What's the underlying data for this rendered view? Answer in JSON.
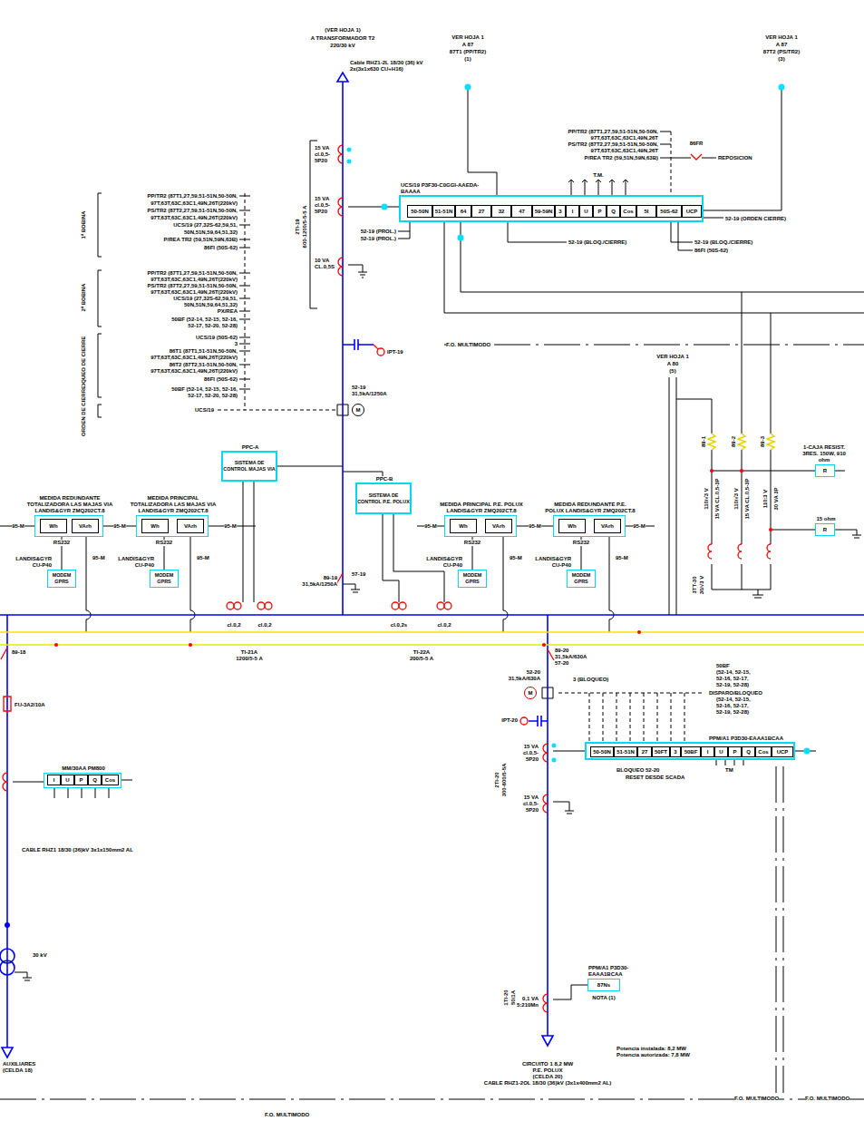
{
  "diagram": {
    "nodes": [
      {
        "text": [
          "UCS/19 P3F30-C0GGI-AAEDA-BAAAA"
        ]
      },
      {
        "text": [
          "50-50N"
        ],
        "in": 0
      },
      {
        "text": [
          "51-51N"
        ],
        "in": 0
      },
      {
        "text": [
          "64"
        ],
        "in": 0
      },
      {
        "text": [
          "27"
        ],
        "in": 0
      },
      {
        "text": [
          "32"
        ],
        "in": 0
      },
      {
        "text": [
          "47"
        ],
        "in": 0
      },
      {
        "text": [
          "59-59N"
        ],
        "in": 0
      },
      {
        "text": [
          "3"
        ],
        "in": 0
      },
      {
        "text": [
          "I"
        ],
        "in": 0
      },
      {
        "text": [
          "U"
        ],
        "in": 0
      },
      {
        "text": [
          "P"
        ],
        "in": 0
      },
      {
        "text": [
          "Q"
        ],
        "in": 0
      },
      {
        "text": [
          "Cos"
        ],
        "in": 0
      },
      {
        "text": [
          "5I"
        ],
        "in": 0
      },
      {
        "text": [
          "50S-62"
        ],
        "in": 0
      },
      {
        "text": [
          "UCP"
        ],
        "in": 0
      },
      {
        "text": [
          "M"
        ]
      },
      {
        "text": [
          "PPC-A",
          "SISTEMA DE CONTROL MAJAS VIA"
        ]
      },
      {
        "text": [
          "1-CAJA RESIST. 3RES. 150W, 910 ohm",
          "R"
        ]
      },
      {
        "text": [
          "PPC-B",
          "SISTEMA DE CONTROL P.E. POLUX"
        ]
      },
      {
        "text": [
          "MEDIDA REDUNDANTE TOTALIZADORA LAS MAJAS VIA LANDIS&GYR ZMQ202CT.8"
        ]
      },
      {
        "text": [
          "Wh"
        ],
        "in": 21
      },
      {
        "text": [
          "VArh"
        ],
        "in": 21
      },
      {
        "text": [
          "MEDIDA PRINCIPAL TOTALIZADORA LAS MAJAS VIA LANDIS&GYR ZMQ202CT.8"
        ]
      },
      {
        "text": [
          "Wh"
        ],
        "in": 24
      },
      {
        "text": [
          "VArh"
        ],
        "in": 24
      },
      {
        "text": [
          "MEDIDA PRINCIPAL P.E. POLUX LANDIS&GYR ZMQ202CT.8"
        ]
      },
      {
        "text": [
          "Wh"
        ],
        "in": 27
      },
      {
        "text": [
          "VArh"
        ],
        "in": 27
      },
      {
        "text": [
          "MEDIDA REDUNDANTE P.E. POLUX LANDIS&GYR ZMQ202CT.8"
        ]
      },
      {
        "text": [
          "Wh"
        ],
        "in": 30
      },
      {
        "text": [
          "VArh"
        ],
        "in": 30
      },
      {
        "text": [
          "15 ohm",
          "R"
        ]
      },
      {
        "text": [
          "LANDIS&GYR CU-P40",
          "MODEM GPRS"
        ]
      },
      {
        "text": [
          "LANDIS&GYR CU-P40",
          "MODEM GPRS"
        ]
      },
      {
        "text": [
          "LANDIS&GYR CU-P40",
          "MODEM GPRS"
        ]
      },
      {
        "text": [
          "LANDIS&GYR CU-P40",
          "MODEM GPRS"
        ]
      },
      {
        "text": [
          "M"
        ]
      },
      {
        "text": [
          "PPM/A1 P3D30-EAAA1BCAA"
        ]
      },
      {
        "text": [
          "50-50N"
        ],
        "in": 39
      },
      {
        "text": [
          "51-51N"
        ],
        "in": 39
      },
      {
        "text": [
          "27"
        ],
        "in": 39
      },
      {
        "text": [
          "50FT"
        ],
        "in": 39
      },
      {
        "text": [
          "3"
        ],
        "in": 39
      },
      {
        "text": [
          "50BF"
        ],
        "in": 39
      },
      {
        "text": [
          "I"
        ],
        "in": 39
      },
      {
        "text": [
          "U"
        ],
        "in": 39
      },
      {
        "text": [
          "P"
        ],
        "in": 39
      },
      {
        "text": [
          "Q"
        ],
        "in": 39
      },
      {
        "text": [
          "Cos"
        ],
        "in": 39
      },
      {
        "text": [
          "UCP"
        ],
        "in": 39
      },
      {
        "text": [
          "MM/30AA PM800"
        ]
      },
      {
        "text": [
          "I"
        ],
        "in": 52
      },
      {
        "text": [
          "U"
        ],
        "in": 52
      },
      {
        "text": [
          "P"
        ],
        "in": 52
      },
      {
        "text": [
          "Q"
        ],
        "in": 52
      },
      {
        "text": [
          "Cos"
        ],
        "in": 52
      },
      {
        "text": [
          "PPM/A1 P3D30-EAAA1BCAA",
          "87Ns"
        ]
      }
    ],
    "edges": [
      {
        "from": 21,
        "to": 34,
        "arrow": "none",
        "label": "RS232"
      },
      {
        "from": 24,
        "to": 35,
        "arrow": "none",
        "label": "RS232"
      },
      {
        "from": 27,
        "to": 36,
        "arrow": "none",
        "label": "RS232"
      },
      {
        "from": 30,
        "to": 37,
        "arrow": "none",
        "label": "RS232"
      }
    ],
    "labels": [
      "(VER HOJA 1)",
      "A TRANSFORMADOR T2",
      "220/30 kV",
      "Cable RHZ1-2L 18/30 (36) kV",
      "2x(3x1x630 CU+H16)",
      "VER HOJA 1",
      "A 87",
      "87T1 (PP/TR2)",
      "(1)",
      "VER HOJA 1",
      "A 87",
      "87T2 (PS/TR2)",
      "(3)",
      "15 VA",
      "cl.0,5-",
      "5P20",
      "15 VA",
      "cl.0,5-",
      "5P20",
      "10 VA",
      "CL.0,5S",
      "2TI-19",
      "600-1200/5-5-5 A",
      "1ª BOBINA",
      "PP/TR2 (87T1,27,59,51-51N,50-50N,",
      "97T,63T,63C,63C1,49N,26T(220kV)",
      "PS/TR2 (87T2,27,59,51-51N,50-50N,",
      "97T,63T,63C,63C1,49N,26T(220kV)",
      "UCS/19 (27,32S-62,59,51,",
      "50N,51N,59,64,51,32)",
      "P/REA TR2 (59,51N,59N,63B)",
      "86FI (50S-62)",
      "2ª BOBINA",
      "PP/TR2 (87T1,27,59,51-51N,50-50N,",
      "97T,63T,63C,63C1,49N,26T(220kV)",
      "PS/TR2 (87T2,27,59,51-51N,50-50N,",
      "97T,63T,63C,63C1,49N,26T(220kV)",
      "UCS/19 (27,32S-62,59,51,",
      "50N,51N,59,64,51,32)",
      "PX/REA",
      "50BF (52-14, 52-15, 52-16,",
      "52-17, 52-20, 52-28)",
      "BLOQUEO DE CIERRE",
      "UCS/19 (50S-62)",
      "3",
      "86T1 (87T1,51-51N,50-50N,",
      "97T,63T,63C,63C1,49N,26T(220kV)",
      "86T2 (87T2,51-51N,50-50N,",
      "97T,63T,63C,63C1,49N,26T(220kV)",
      "86FI (50S-62)",
      "50BF (52-14, 52-15, 52-16,",
      "52-17, 52-20, 52-28)",
      "ORDEN DE CIERRE",
      "UCS/19",
      "PP/TR2 (87T1,27,59,51-51N,50-50N,",
      "97T,63T,63C,63C1,49N,26T",
      "PS/TR2 (87T2,27,59,51-51N,50-50N,",
      "97T,63T,63C,63C1,49N,26T",
      "P/REA TR2 (59,51N,59N,63B)",
      "86FR",
      "REPOSICION",
      "T.M.",
      "52-19 (PROL.)",
      "52-19 (PROL.)",
      "52-19 (BLOQ./CIERRE)",
      "52-19 (ORDEN CIERRE)",
      "52-19 (BLOQ./CIERRE)",
      "86FI (50S-62)",
      "F.O. MULTIMODO",
      "IPT-19",
      "52-19",
      "31,5kA/1250A",
      "VER HOJA 1",
      "A 80",
      "(5)",
      "89-1",
      "89-2",
      "89-3",
      "110/√3 V",
      "15 VA CL.0,5-3P",
      "110/√3 V",
      "15 VA CL.0,5-3P",
      "110:3 V",
      "30 VA 3P",
      "3TT-30",
      "30/√3 V",
      "89-19",
      "31,5kA/1250A",
      "57-19",
      "95-M",
      "95-M",
      "95-M",
      "95-M",
      "95-M",
      "95-M",
      "95-M",
      "95-M",
      "95-M",
      "95-M",
      "cl.0,2",
      "cl.0,2",
      "TI-21A",
      "1200/5-5 A",
      "cl.0,2s",
      "cl.0,2",
      "TI-22A",
      "200/5-5 A",
      "89-18",
      "FU-3A2/10A",
      "CABLE RHZ1 18/30 (36)kV 3x1x150mm2 AL",
      "30 kV",
      "AUXILIARES",
      "(CELDA 18)",
      "89-20",
      "31,5kA/630A",
      "57-20",
      "52-20",
      "31,5kA/630A",
      "3 (BLOQUEO)",
      "IPT-20",
      "50BF",
      "(52-14, 52-15,",
      "52-16, 52-17,",
      "52-19, 52-28)",
      "DISPARO/BLOQUEO",
      "(52-14, 52-15,",
      "52-16, 52-17,",
      "52-19, 52-28)",
      "BLOQUEO 52-20",
      "RESET DESDE SCADA",
      "TM",
      "15 VA",
      "cl.0,5-",
      "5P20",
      "15 VA",
      "cl.0,5-",
      "5P20",
      "2TI-20",
      "300-600/5-5A",
      "0,1 VA",
      "5:210Mn",
      "1TI-20",
      "50/1A",
      "NOTA (1)",
      "Potencia instalada: 8,2 MW",
      "Potencia autorizada: 7,8 MW",
      "CIRCUITO 1 8,2 MW",
      "P.E. POLUX",
      "(CELDA 20)",
      "CABLE RHZ1-2OL 18/30 (36)kV (3x1x400mm2 AL)",
      "F.O. MULTIMODO",
      "F.O. MULTIMODO",
      "F.O. MULTIMODO"
    ]
  }
}
